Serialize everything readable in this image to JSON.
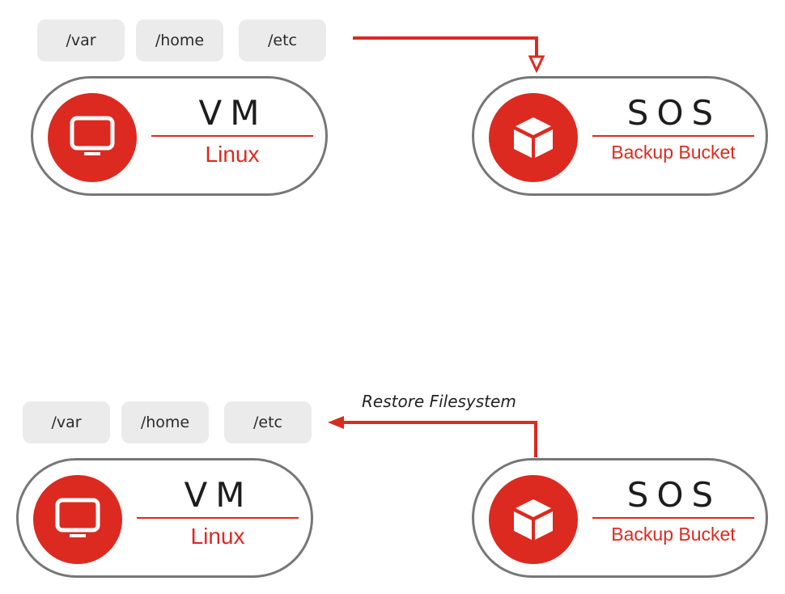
{
  "colors": {
    "accent": "#dc2a21",
    "pill_border": "#777777",
    "chip_bg": "#ebebeb",
    "text": "#1d1d1d"
  },
  "backup": {
    "folders": [
      "/var",
      "/home",
      "/etc"
    ],
    "vm": {
      "title": "VM",
      "subtitle": "Linux",
      "icon": "monitor-icon"
    },
    "sos": {
      "title": "SOS",
      "subtitle": "Backup Bucket",
      "icon": "cube-icon"
    }
  },
  "restore": {
    "folders": [
      "/var",
      "/home",
      "/etc"
    ],
    "arrow_label": "Restore Filesystem",
    "vm": {
      "title": "VM",
      "subtitle": "Linux",
      "icon": "monitor-icon"
    },
    "sos": {
      "title": "SOS",
      "subtitle": "Backup Bucket",
      "icon": "cube-icon"
    }
  }
}
